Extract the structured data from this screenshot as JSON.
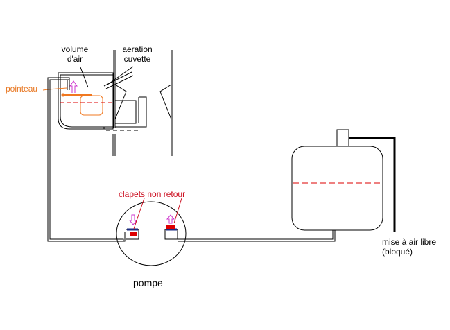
{
  "labels": {
    "volume_line1": "volume",
    "volume_line2": "d'air",
    "aeration_line1": "aeration",
    "aeration_line2": "cuvette",
    "pointeau": "pointeau",
    "clapets": "clapets non retour",
    "mise_line1": "mise à air libre",
    "mise_line2": "(bloqué)",
    "pompe": "pompe"
  },
  "colors": {
    "line": "#000000",
    "orange": "#f07820",
    "red": "#dd0000",
    "navy": "#1a2a80",
    "magenta": "#cc33cc",
    "red_text": "#cc1122",
    "orange_text": "#e87722"
  }
}
